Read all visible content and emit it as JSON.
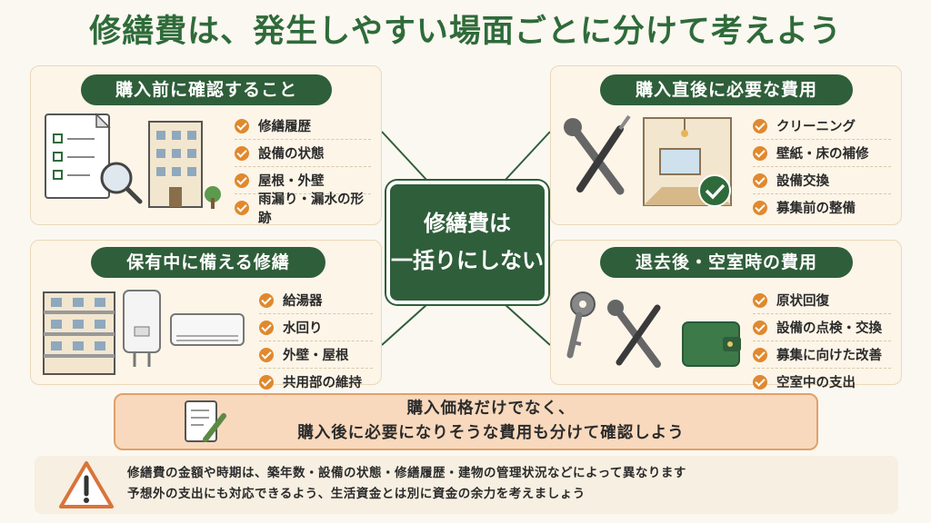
{
  "title": "修繕費は、発生しやすい場面ごとに分けて考えよう",
  "center": {
    "line1": "修繕費は",
    "line2": "一括りにしない"
  },
  "sections": {
    "before_purchase": {
      "heading": "購入前に確認すること",
      "items": [
        "修繕履歴",
        "設備の状態",
        "屋根・外壁",
        "雨漏り・漏水の形跡"
      ]
    },
    "after_purchase": {
      "heading": "購入直後に必要な費用",
      "items": [
        "クリーニング",
        "壁紙・床の補修",
        "設備交換",
        "募集前の整備"
      ]
    },
    "during_ownership": {
      "heading": "保有中に備える修繕",
      "items": [
        "給湯器",
        "水回り",
        "外壁・屋根",
        "共用部の維持"
      ]
    },
    "vacancy": {
      "heading": "退去後・空室時の費用",
      "items": [
        "原状回復",
        "設備の点検・交換",
        "募集に向けた改善",
        "空室中の支出"
      ]
    }
  },
  "summary": {
    "line1": "購入価格だけでなく、",
    "line2": "購入後に必要になりそうな費用も分けて確認しよう"
  },
  "note": {
    "line1": "修繕費の金額や時期は、築年数・設備の状態・修繕履歴・建物の管理状況などによって異なります",
    "line2": "予想外の支出にも対応できるよう、生活資金とは別に資金の余力を考えましょう"
  },
  "colors": {
    "title_green": "#2f6b3a",
    "pill_green": "#2f5e3a",
    "check_orange": "#e0892e",
    "card_bg": "#fcf5e8",
    "summary_bg": "#f8d9bd"
  }
}
